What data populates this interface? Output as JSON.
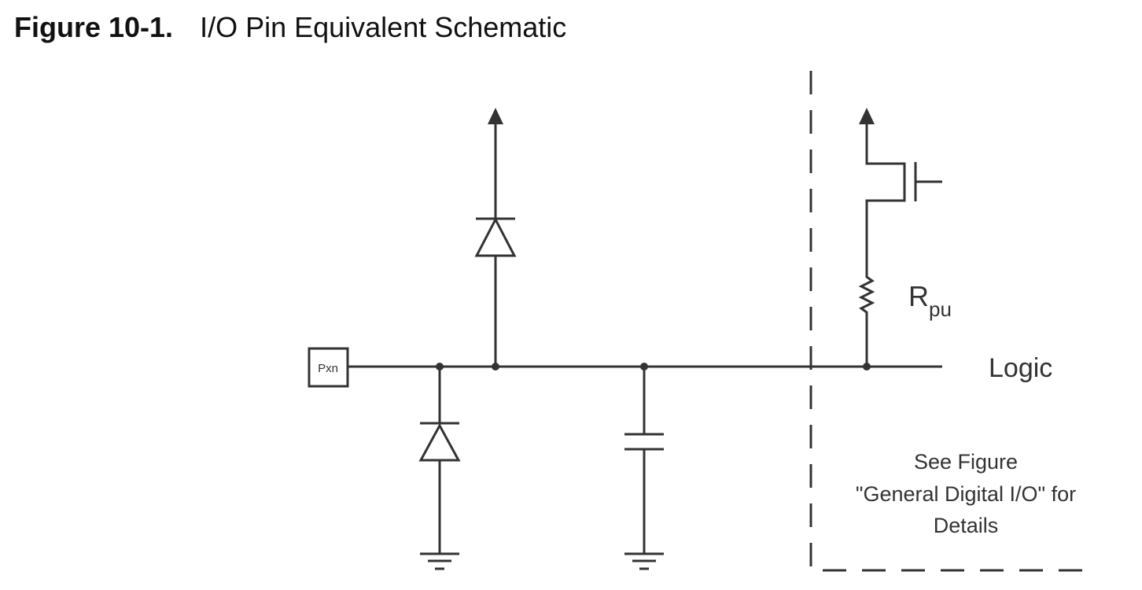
{
  "figure": {
    "number": "Figure 10-1.",
    "caption": "I/O Pin Equivalent Schematic"
  },
  "labels": {
    "pin": "Pxn",
    "resistor": "R",
    "resistor_sub": "pu",
    "logic": "Logic",
    "note_line1": "See Figure",
    "note_line2": "\"General Digital I/O\" for",
    "note_line3": "Details"
  }
}
